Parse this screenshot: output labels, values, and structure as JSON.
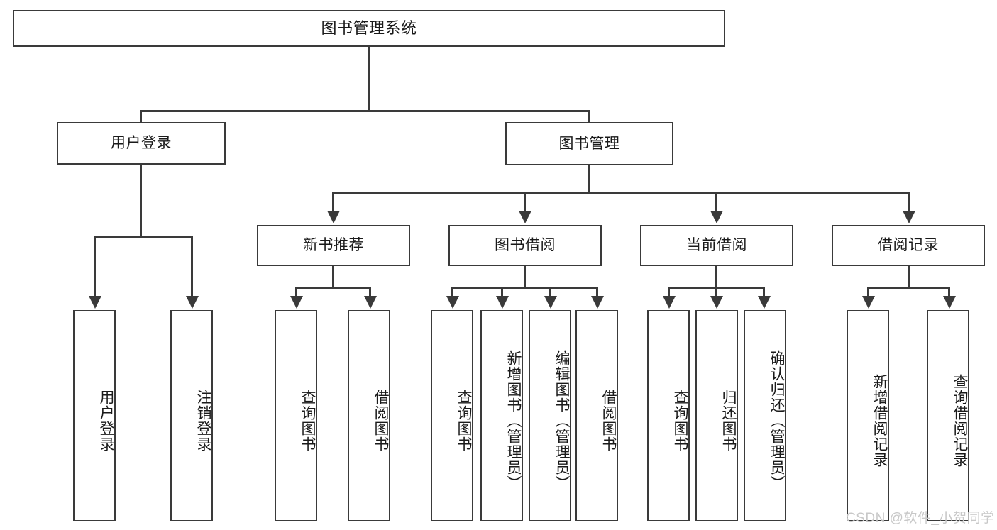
{
  "diagram": {
    "type": "tree-hierarchy",
    "title": "图书管理系统",
    "watermark": "CSDN @软件_小贺同学",
    "root": {
      "label": "图书管理系统"
    },
    "level2": [
      {
        "label": "用户登录"
      },
      {
        "label": "图书管理"
      }
    ],
    "level3": [
      {
        "label": "新书推荐"
      },
      {
        "label": "图书借阅"
      },
      {
        "label": "当前借阅"
      },
      {
        "label": "借阅记录"
      }
    ],
    "leaves": {
      "user_login": [
        {
          "label": "用户登录"
        },
        {
          "label": "注销登录"
        }
      ],
      "new_book": [
        {
          "label": "查询图书"
        },
        {
          "label": "借阅图书"
        }
      ],
      "book_borrow": [
        {
          "label": "查询图书"
        },
        {
          "label": "新增图书（管理员）"
        },
        {
          "label": "编辑图书（管理员）"
        },
        {
          "label": "借阅图书"
        }
      ],
      "current_borrow": [
        {
          "label": "查询图书"
        },
        {
          "label": "归还图书"
        },
        {
          "label": "确认归还（管理员）"
        }
      ],
      "borrow_record": [
        {
          "label": "新增借阅记录"
        },
        {
          "label": "查询借阅记录"
        }
      ]
    },
    "colors": {
      "stroke": "#3a3a3a",
      "fill": "#ffffff",
      "text": "#1a1a1a",
      "watermark": "#c8c8c8"
    }
  }
}
